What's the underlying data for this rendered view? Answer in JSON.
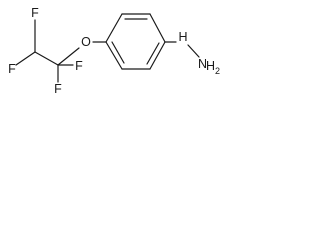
{
  "molecule": {
    "atoms": {
      "f_top": "F",
      "f_left": "F",
      "f_bottom": "F",
      "f_right": "F",
      "oxygen": "O",
      "nh": "H",
      "n_terminal": "N",
      "h2_h": "H",
      "h2_sub": "2"
    },
    "colors": {
      "bond": "#1a1a1a",
      "label": "#1a1a1a",
      "background": "#ffffff"
    }
  }
}
